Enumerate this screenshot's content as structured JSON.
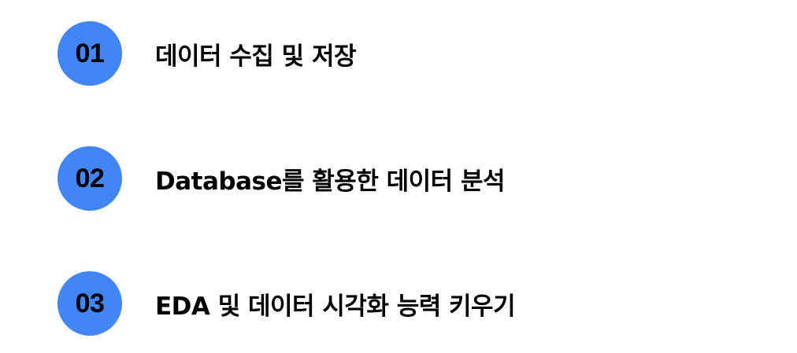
{
  "items": [
    {
      "number": "01",
      "label": "데이터 수집 및 저장"
    },
    {
      "number": "02",
      "label": "Database를 활용한 데이터 분석"
    },
    {
      "number": "03",
      "label": "EDA 및 데이터 시각화 능력 키우기"
    }
  ],
  "colors": {
    "badge": "#4285f4",
    "text": "#000000",
    "background": "#ffffff"
  }
}
